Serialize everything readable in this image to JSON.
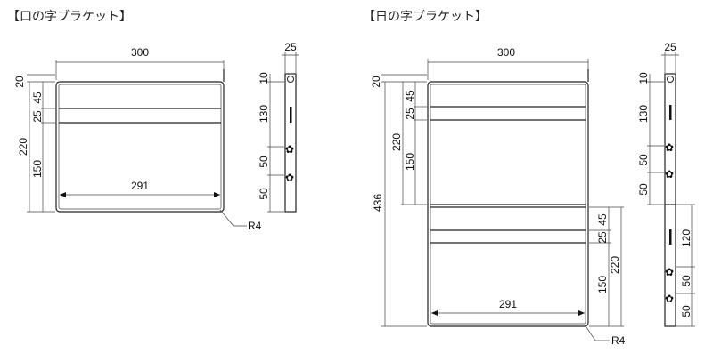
{
  "left": {
    "title": "【口の字ブラケット】",
    "dims": {
      "width": "300",
      "top": "20",
      "h45": "45",
      "h25": "25",
      "h220": "220",
      "h150": "150",
      "inner": "291",
      "radius": "R4",
      "side_w": "25",
      "side_10": "10",
      "side_130": "130",
      "side_50a": "50",
      "side_50b": "50"
    }
  },
  "right": {
    "title": "【日の字ブラケット】",
    "dims": {
      "width": "300",
      "top": "20",
      "h45": "45",
      "h25": "25",
      "h220": "220",
      "h150": "150",
      "total": "436",
      "l45": "45",
      "l25": "25",
      "l220": "220",
      "l150": "150",
      "inner": "291",
      "radius": "R4",
      "side_w": "25",
      "side_10": "10",
      "side_130": "130",
      "side_50a": "50",
      "side_50b": "50",
      "side_120": "120",
      "side_50c": "50",
      "side_50d": "50"
    }
  }
}
